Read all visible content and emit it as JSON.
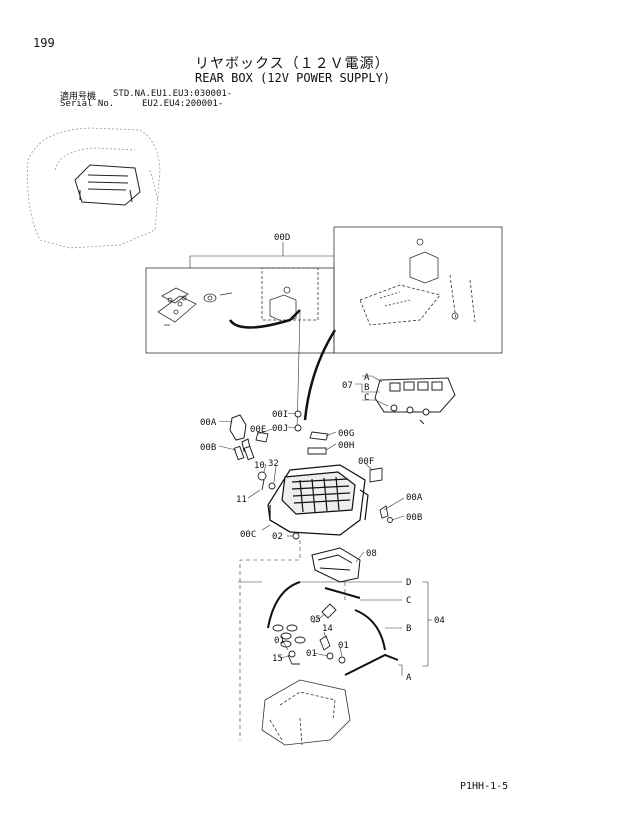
{
  "header": {
    "page_number": "199",
    "title_jp": "リヤボックス（１２Ｖ電源）",
    "title_en": "REAR BOX (12V POWER SUPPLY)",
    "serial_label_jp": "適用号機",
    "serial_label_en": "Serial No.",
    "serial_line_1": "STD.NA.EU1.EU3:030001-",
    "serial_line_2": "EU2.EU4:200001-"
  },
  "callouts": {
    "c00D": "00D",
    "c07": "07",
    "cA_top": "A",
    "cB_top": "B",
    "cC_top": "C",
    "c00A_left": "00A",
    "c00B_left": "00B",
    "c00I": "00I",
    "c00J": "00J",
    "c00E": "00E",
    "c00G": "00G",
    "c00H": "00H",
    "c00F": "00F",
    "c10": "10",
    "c32": "32",
    "c11": "11",
    "c00A_right": "00A",
    "c00B_right": "00B",
    "c00C": "00C",
    "c02": "02",
    "c08": "08",
    "cD": "D",
    "cC": "C",
    "cB": "B",
    "cA": "A",
    "c04": "04",
    "c05": "05",
    "c14": "14",
    "c01_left": "01",
    "c01_mid": "01",
    "c01_right": "01",
    "c15": "15"
  },
  "footer": {
    "code": "P1HH-1-5"
  }
}
